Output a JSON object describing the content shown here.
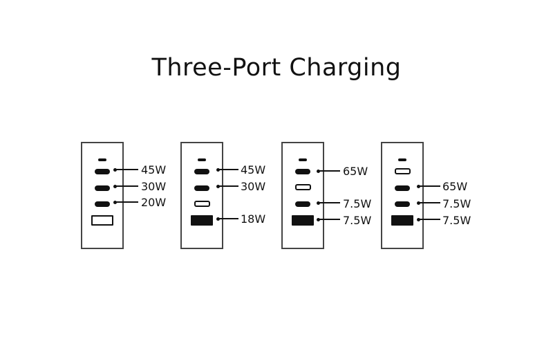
{
  "title": "Three-Port Charging",
  "configurations": [
    {
      "labels": [
        "45W",
        "30W",
        "20W"
      ]
    },
    {
      "labels": [
        "45W",
        "30W",
        "18W"
      ]
    },
    {
      "labels": [
        "65W",
        "7.5W",
        "7.5W"
      ]
    },
    {
      "labels": [
        "65W",
        "7.5W",
        "7.5W"
      ]
    }
  ]
}
